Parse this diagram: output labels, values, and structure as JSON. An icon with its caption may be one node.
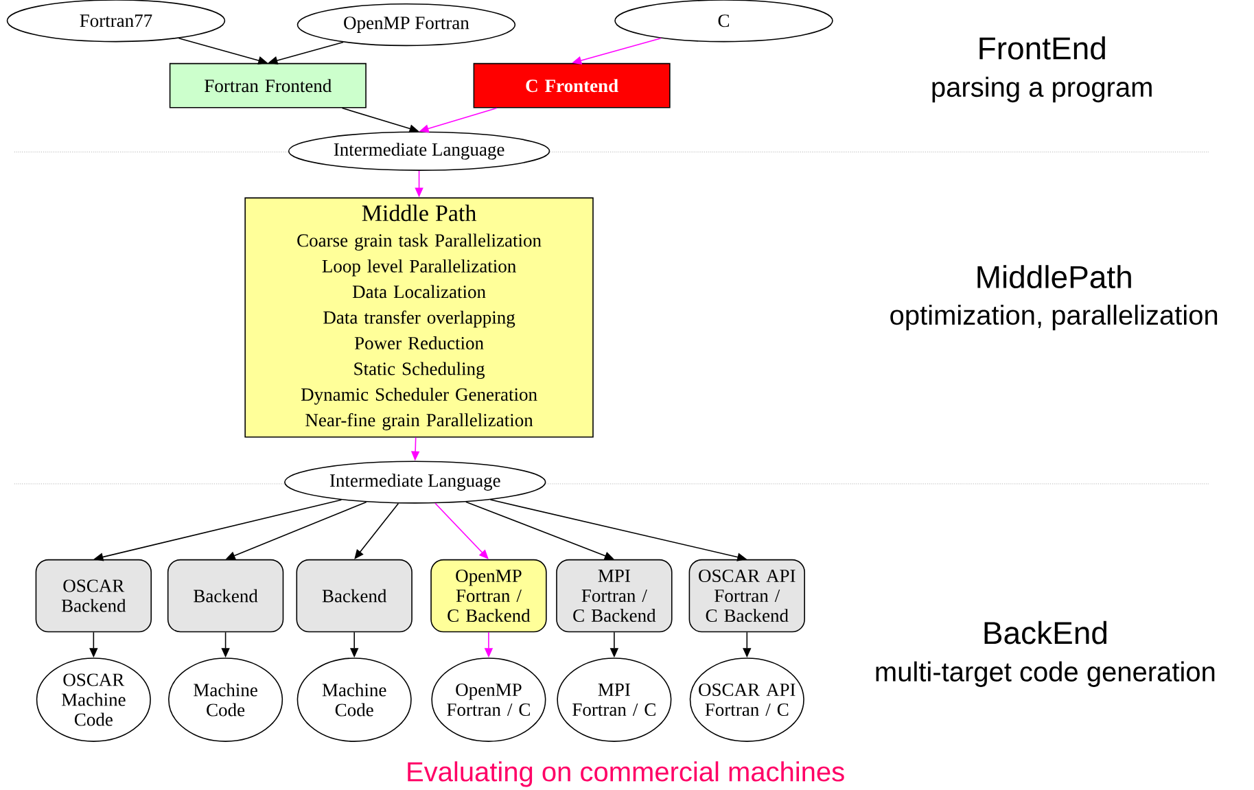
{
  "diagram": {
    "nodes": [
      {
        "text": [
          "Fortran77"
        ]
      },
      {
        "text": [
          "OpenMP Fortran"
        ]
      },
      {
        "text": [
          "C"
        ]
      },
      {
        "text": [
          "Fortran Frontend"
        ]
      },
      {
        "text": [
          "C Frontend"
        ]
      },
      {
        "text": [
          "Intermediate Language"
        ]
      },
      {
        "text": [
          "Middle Path",
          "Coarse grain task Parallelization",
          "Loop level Parallelization",
          "Data Localization",
          "Data transfer overlapping",
          "Power Reduction",
          "Static Scheduling",
          "Dynamic Scheduler Generation",
          "Near-fine grain Parallelization"
        ]
      },
      {
        "text": [
          "Intermediate Language"
        ]
      },
      {
        "text": [
          "OSCAR Backend"
        ]
      },
      {
        "text": [
          "Backend"
        ]
      },
      {
        "text": [
          "Backend"
        ]
      },
      {
        "text": [
          "OpenMP Fortran / C Backend"
        ]
      },
      {
        "text": [
          "MPI Fortran / C Backend"
        ]
      },
      {
        "text": [
          "OSCAR API Fortran / C Backend"
        ]
      },
      {
        "text": [
          "OSCAR Machine Code"
        ]
      },
      {
        "text": [
          "Machine Code"
        ]
      },
      {
        "text": [
          "Machine Code"
        ]
      },
      {
        "text": [
          "OpenMP Fortran / C"
        ]
      },
      {
        "text": [
          "MPI Fortran / C"
        ]
      },
      {
        "text": [
          "OSCAR API Fortran / C"
        ]
      }
    ],
    "edges": [
      {
        "from": 0,
        "to": 3,
        "arrow": "to"
      },
      {
        "from": 1,
        "to": 3,
        "arrow": "to"
      },
      {
        "from": 2,
        "to": 4,
        "arrow": "to",
        "color": "#ff00ff"
      },
      {
        "from": 3,
        "to": 5,
        "arrow": "to"
      },
      {
        "from": 4,
        "to": 5,
        "arrow": "to",
        "color": "#ff00ff"
      },
      {
        "from": 5,
        "to": 6,
        "arrow": "to",
        "color": "#ff00ff"
      },
      {
        "from": 6,
        "to": 7,
        "arrow": "to",
        "color": "#ff00ff"
      },
      {
        "from": 7,
        "to": 8,
        "arrow": "to"
      },
      {
        "from": 7,
        "to": 9,
        "arrow": "to"
      },
      {
        "from": 7,
        "to": 10,
        "arrow": "to"
      },
      {
        "from": 7,
        "to": 11,
        "arrow": "to",
        "color": "#ff00ff"
      },
      {
        "from": 7,
        "to": 12,
        "arrow": "to"
      },
      {
        "from": 7,
        "to": 13,
        "arrow": "to"
      },
      {
        "from": 8,
        "to": 14,
        "arrow": "to"
      },
      {
        "from": 9,
        "to": 15,
        "arrow": "to"
      },
      {
        "from": 10,
        "to": 16,
        "arrow": "to"
      },
      {
        "from": 11,
        "to": 17,
        "arrow": "to",
        "color": "#ff00ff"
      },
      {
        "from": 12,
        "to": 18,
        "arrow": "to"
      },
      {
        "from": 13,
        "to": 19,
        "arrow": "to"
      }
    ],
    "labels": [
      "FrontEnd",
      "parsing a program",
      "MiddlePath",
      "optimization, parallelization",
      "BackEnd",
      "multi-target code generation",
      "Evaluating on commercial machines"
    ]
  }
}
